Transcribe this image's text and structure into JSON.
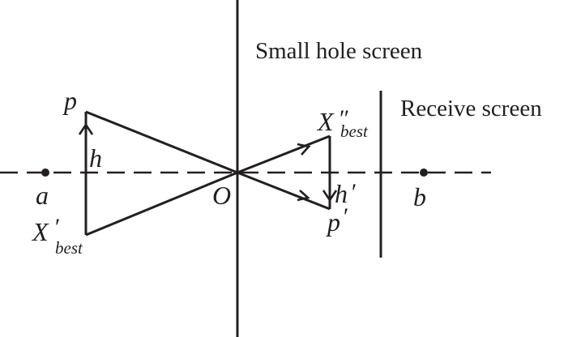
{
  "screens": {
    "small_hole": "Small hole screen",
    "receive": "Receive screen"
  },
  "points": {
    "a": "a",
    "b": "b",
    "origin": "O"
  },
  "object": {
    "top": "p",
    "height": "h",
    "bottom_base": "X",
    "bottom_prime": "′",
    "bottom_sub": "best"
  },
  "image": {
    "top_base": "X",
    "top_prime": "″",
    "top_sub": "best",
    "height_base": "h",
    "height_prime": "′",
    "bottom_base": "p",
    "bottom_prime": "′"
  }
}
